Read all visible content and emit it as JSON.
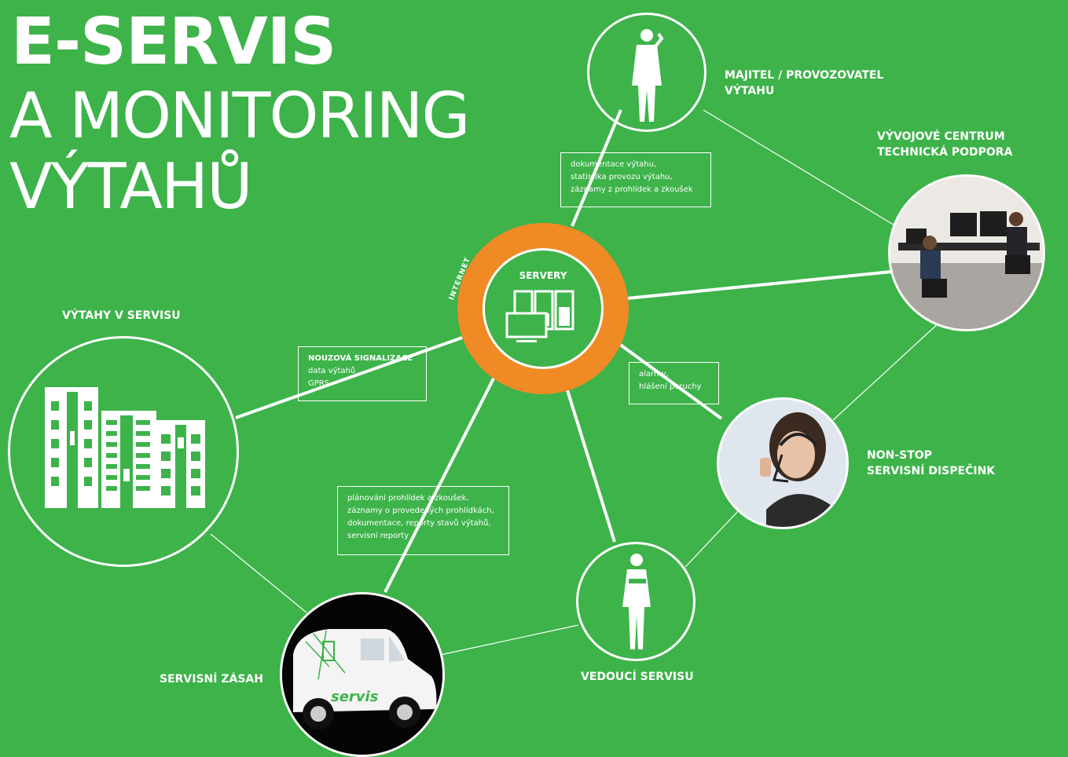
{
  "title": {
    "line1": "E-SERVIS",
    "line2": "A MONITORING",
    "line3": "VÝTAHŮ"
  },
  "hub": {
    "label": "SERVERY",
    "ring_label": "INTERNET",
    "ring_color": "#f08a24"
  },
  "nodes": {
    "owner": "MAJITEL / PROVOZOVATEL\nVÝTAHU",
    "dev_center": "VÝVOJOVÉ CENTRUM\nTECHNICKÁ PODPORA",
    "dispatch": "NON-STOP\nSERVISNÍ DISPEČINK",
    "manager": "VEDOUCÍ SERVISU",
    "intervention": "SERVISNÍ ZÁSAH",
    "elevators": "VÝTAHY V SERVISU"
  },
  "van": {
    "brand_text": "servis"
  },
  "info_boxes": {
    "owner_box": {
      "line1": "dokumentace výtahu,",
      "line2": "statistika provozu výtahu,",
      "line3": "záznamy z prohlídek a zkoušek"
    },
    "emergency_box": {
      "title": "NOUZOVÁ SIGNALIZACE",
      "line1": "data výtahů",
      "line2": "GPRS"
    },
    "alarm_box": {
      "line1": "alarmy,",
      "line2": "hlášení poruchy"
    },
    "service_box": {
      "line1": "plánování prohlídek a zkoušek,",
      "line2": "záznamy o provedených prohlídkách,",
      "line3": "dokumentace, reporty stavů výtahů,",
      "line4": "servisní reporty"
    }
  },
  "colors": {
    "background": "#3db34a",
    "accent": "#f08a24",
    "line": "#ffffff"
  }
}
